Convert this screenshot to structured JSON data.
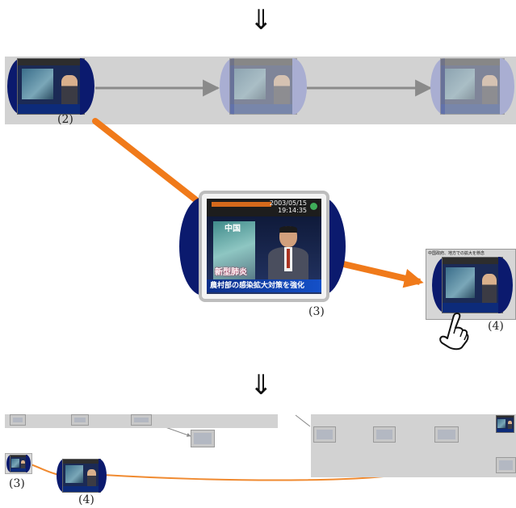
{
  "arrows": {
    "down_arrow_top": "⇓",
    "down_arrow_bottom": "⇓"
  },
  "labels": {
    "node_2": "(2)",
    "node_3": "(3)",
    "node_4": "(4)",
    "bottom_node_3": "(3)",
    "bottom_node_4": "(4)"
  },
  "big_thumbnail": {
    "date": "2003/05/15",
    "time": "19:14:35",
    "photo_caption": "中国",
    "sars_text": "新型肺炎",
    "caption": "農村部の感染拡大対策を強化"
  },
  "selected_thumbnail": {
    "title": "中国政府、地方での拡大を懸念"
  },
  "icons": {
    "pointer": "hand-pointer-icon"
  },
  "colors": {
    "band": "#d2d2d2",
    "wing": "#0b1a6e",
    "wing_faded": "#a9aed2",
    "link_thick": "#f07a1a",
    "link_thin": "#f08a30",
    "flow_arrow": "#8a8a8a"
  }
}
